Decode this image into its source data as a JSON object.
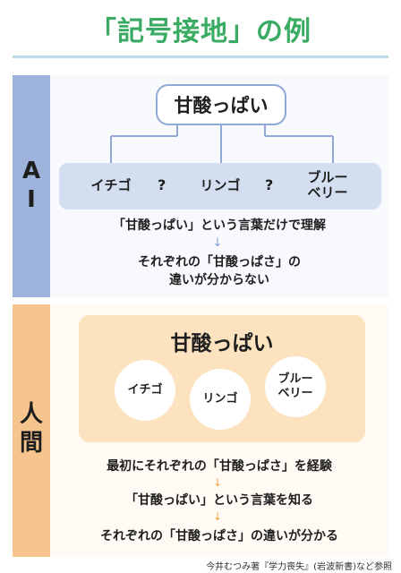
{
  "title": "「記号接地」の例",
  "ai": {
    "label_a": "A",
    "label_i": "I",
    "word": "甘酸っぱい",
    "fruits": [
      "イチゴ",
      "リンゴ",
      "ブルー\nベリー"
    ],
    "unknown_mark": "?",
    "note1": "「甘酸っぱい」という言葉だけで理解",
    "arrow": "↓",
    "note2_line1": "それぞれの「甘酸っぱさ」の",
    "note2_line2": "違いが分からない"
  },
  "human": {
    "label_1": "人",
    "label_2": "間",
    "word": "甘酸っぱい",
    "fruits": [
      "イチゴ",
      "リンゴ",
      "ブルー\nベリー"
    ],
    "step1": "最初にそれぞれの「甘酸っぱさ」を経験",
    "arrow": "↓",
    "step2": "「甘酸っぱい」という言葉を知る",
    "step3": "それぞれの「甘酸っぱさ」の違いが分かる"
  },
  "credit": "今井むつみ著『学力喪失』(岩波新書)など参照",
  "colors": {
    "title_green": "#3aab62",
    "ai_blue": "#9db3dc",
    "human_orange": "#f6c58d"
  }
}
